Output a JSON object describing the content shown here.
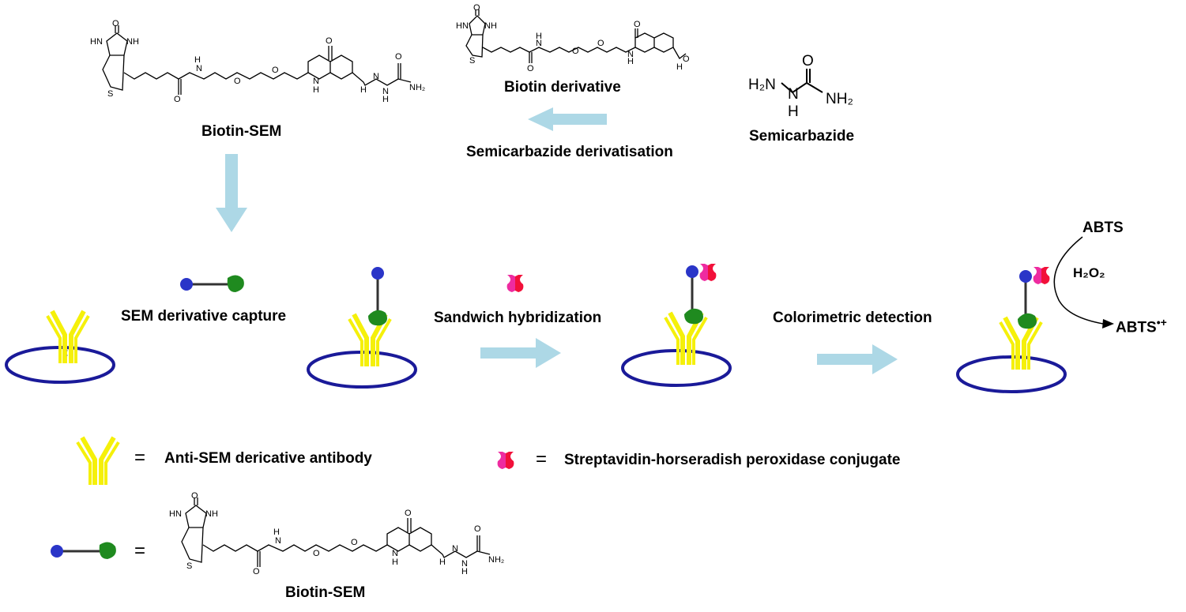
{
  "labels": {
    "biotin_sem_top": "Biotin-SEM",
    "biotin_derivative": "Biotin derivative",
    "semicarbazide": "Semicarbazide",
    "semicarbazide_derivatisation": "Semicarbazide derivatisation",
    "sem_derivative_capture": "SEM derivative capture",
    "sandwich_hybridization": "Sandwich hybridization",
    "colorimetric_detection": "Colorimetric detection",
    "abts": "ABTS",
    "h2o2": "H₂O₂",
    "abts_radical": "ABTS",
    "abts_radical_sup": "•+",
    "legend_antibody": "Anti-SEM dericative antibody",
    "legend_streptavidin": "Streptavidin-horseradish peroxidase conjugate",
    "biotin_sem_bottom": "Biotin-SEM",
    "equals": "="
  },
  "atoms": {
    "O": "O",
    "NH": "NH",
    "HN": "HN",
    "S": "S",
    "H": "H",
    "N": "N",
    "NH2": "NH₂",
    "H2N": "H₂N",
    "OC": "O"
  },
  "colors": {
    "arrow": "#add8e6",
    "surface": "#1a1a99",
    "antibody": "#f5f00a",
    "biotin": "#2a35c8",
    "sem": "#1f8a1f",
    "streptavidin_pink": "#ee2ba0",
    "streptavidin_red": "#f2103a"
  }
}
